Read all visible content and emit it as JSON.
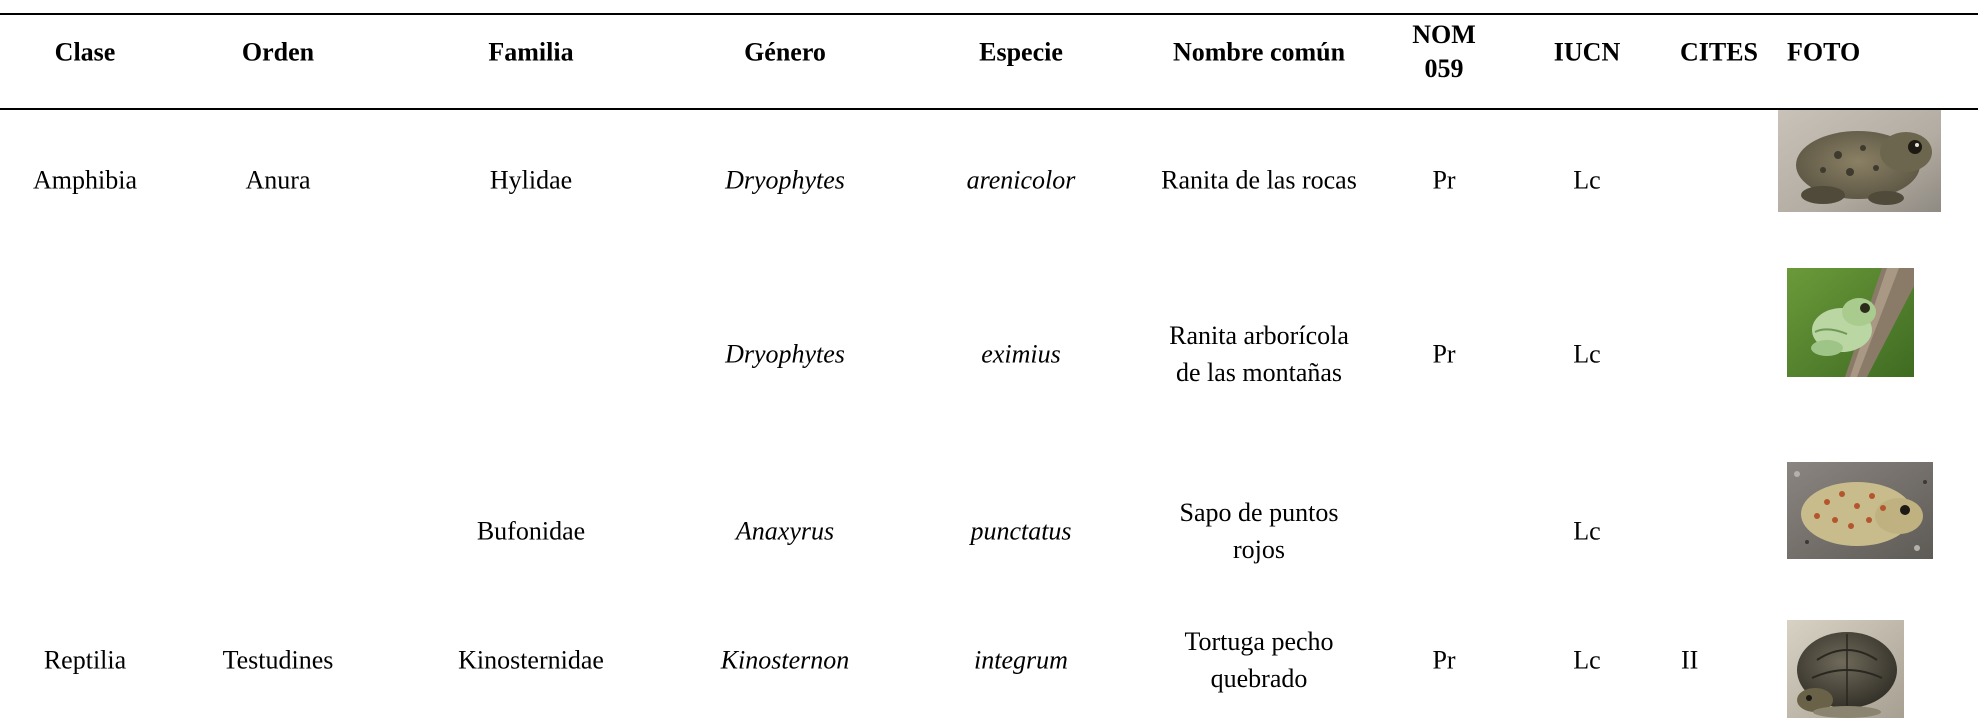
{
  "table": {
    "headers": {
      "clase": "Clase",
      "orden": "Orden",
      "familia": "Familia",
      "genero": "Género",
      "especie": "Especie",
      "nombre_comun": "Nombre común",
      "nom059_line1": "NOM",
      "nom059_line2": "059",
      "iucn": "IUCN",
      "cites": "CITES",
      "foto": "FOTO"
    },
    "rows": [
      {
        "clase": "Amphibia",
        "orden": "Anura",
        "familia": "Hylidae",
        "genero": "Dryophytes",
        "especie": "arenicolor",
        "nombre_comun_line1": "Ranita de las rocas",
        "nombre_comun_line2": "",
        "nom059": "Pr",
        "iucn": "Lc",
        "cites": "",
        "foto": "frog-on-rock-photo"
      },
      {
        "clase": "",
        "orden": "",
        "familia": "",
        "genero": "Dryophytes",
        "especie": "eximius",
        "nombre_comun_line1": "Ranita arborícola",
        "nombre_comun_line2": "de las montañas",
        "nom059": "Pr",
        "iucn": "Lc",
        "cites": "",
        "foto": "tree-frog-on-branch-photo"
      },
      {
        "clase": "",
        "orden": "",
        "familia": "Bufonidae",
        "genero": "Anaxyrus",
        "especie": "punctatus",
        "nombre_comun_line1": "Sapo de puntos",
        "nombre_comun_line2": "rojos",
        "nom059": "",
        "iucn": "Lc",
        "cites": "",
        "foto": "spotted-toad-photo"
      },
      {
        "clase": "Reptilia",
        "orden": "Testudines",
        "familia": "Kinosternidae",
        "genero": "Kinosternon",
        "especie": "integrum",
        "nombre_comun_line1": "Tortuga pecho",
        "nombre_comun_line2": "quebrado",
        "nom059": "Pr",
        "iucn": "Lc",
        "cites": "II",
        "foto": "mud-turtle-photo"
      }
    ]
  }
}
